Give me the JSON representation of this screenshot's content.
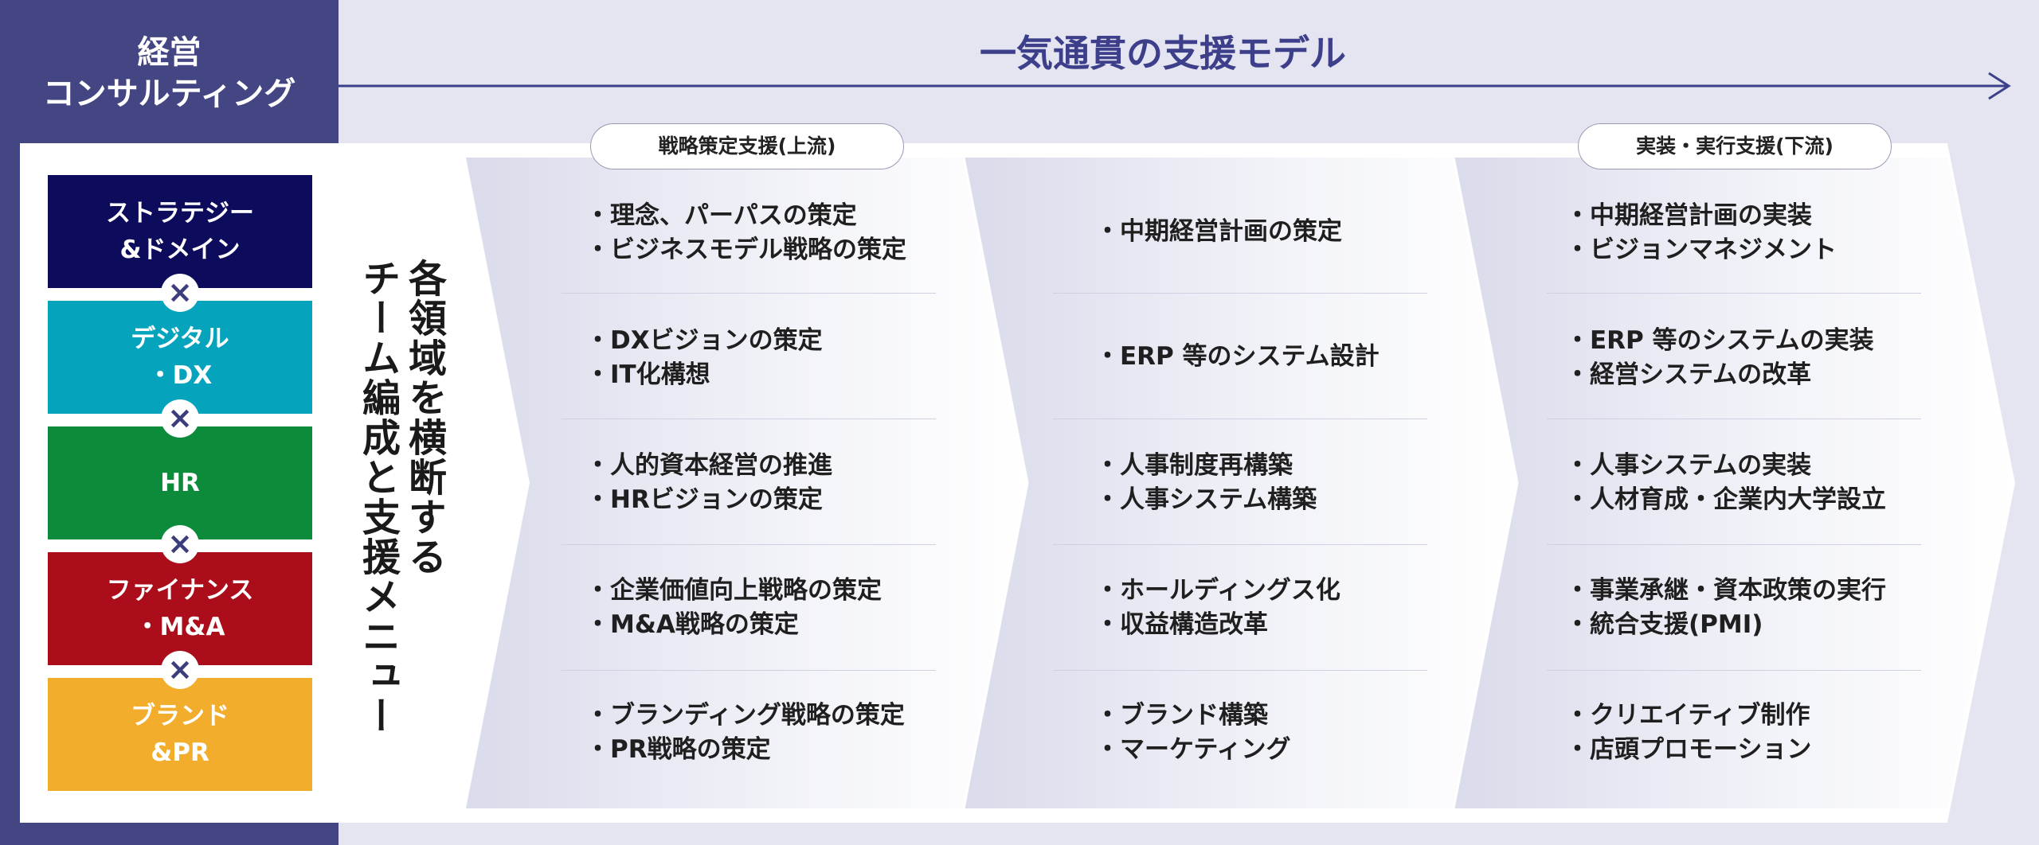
{
  "header": {
    "left_title_lines": [
      "経営",
      "コンサルティング"
    ],
    "main_title": "一気通貫の支援モデル"
  },
  "domains": [
    {
      "lines": [
        "ストラテジー",
        "&ドメイン"
      ],
      "color": "#0d0b5c"
    },
    {
      "lines": [
        "デジタル",
        "・DX"
      ],
      "color": "#06a3bc"
    },
    {
      "lines": [
        "HR",
        ""
      ],
      "color": "#0c8c3a"
    },
    {
      "lines": [
        "ファイナンス",
        "・M&A"
      ],
      "color": "#ab0e1a"
    },
    {
      "lines": [
        "ブランド",
        "&PR"
      ],
      "color": "#f3ad2c"
    }
  ],
  "cross_symbol": "×",
  "vertical_text": [
    "各領域を横断する",
    "チーム編成と支援メニュー"
  ],
  "pills": {
    "upstream": "戦略策定支援(上流)",
    "downstream": "実装・実行支援(下流)"
  },
  "columns": [
    {
      "rows": [
        [
          "理念、パーパスの策定",
          "ビジネスモデル戦略の策定"
        ],
        [
          "DXビジョンの策定",
          "IT化構想"
        ],
        [
          "人的資本経営の推進",
          "HRビジョンの策定"
        ],
        [
          "企業価値向上戦略の策定",
          "M&A戦略の策定"
        ],
        [
          "ブランディング戦略の策定",
          "PR戦略の策定"
        ]
      ]
    },
    {
      "rows": [
        [
          "中期経営計画の策定"
        ],
        [
          "ERP 等のシステム設計"
        ],
        [
          "人事制度再構築",
          "人事システム構築"
        ],
        [
          "ホールディングス化",
          "収益構造改革"
        ],
        [
          "ブランド構築",
          "マーケティング"
        ]
      ]
    },
    {
      "rows": [
        [
          "中期経営計画の実装",
          "ビジョンマネジメント"
        ],
        [
          "ERP 等のシステムの実装",
          "経営システムの改革"
        ],
        [
          "人事システムの実装",
          "人材育成・企業内大学設立"
        ],
        [
          "事業承継・資本政策の実行",
          "統合支援(PMI)"
        ],
        [
          "クリエイティブ制作",
          "店頭プロモーション"
        ]
      ]
    }
  ],
  "colors": {
    "background": "#e4e5f1",
    "left_panel": "#444583",
    "accent": "#3d3f8a"
  }
}
